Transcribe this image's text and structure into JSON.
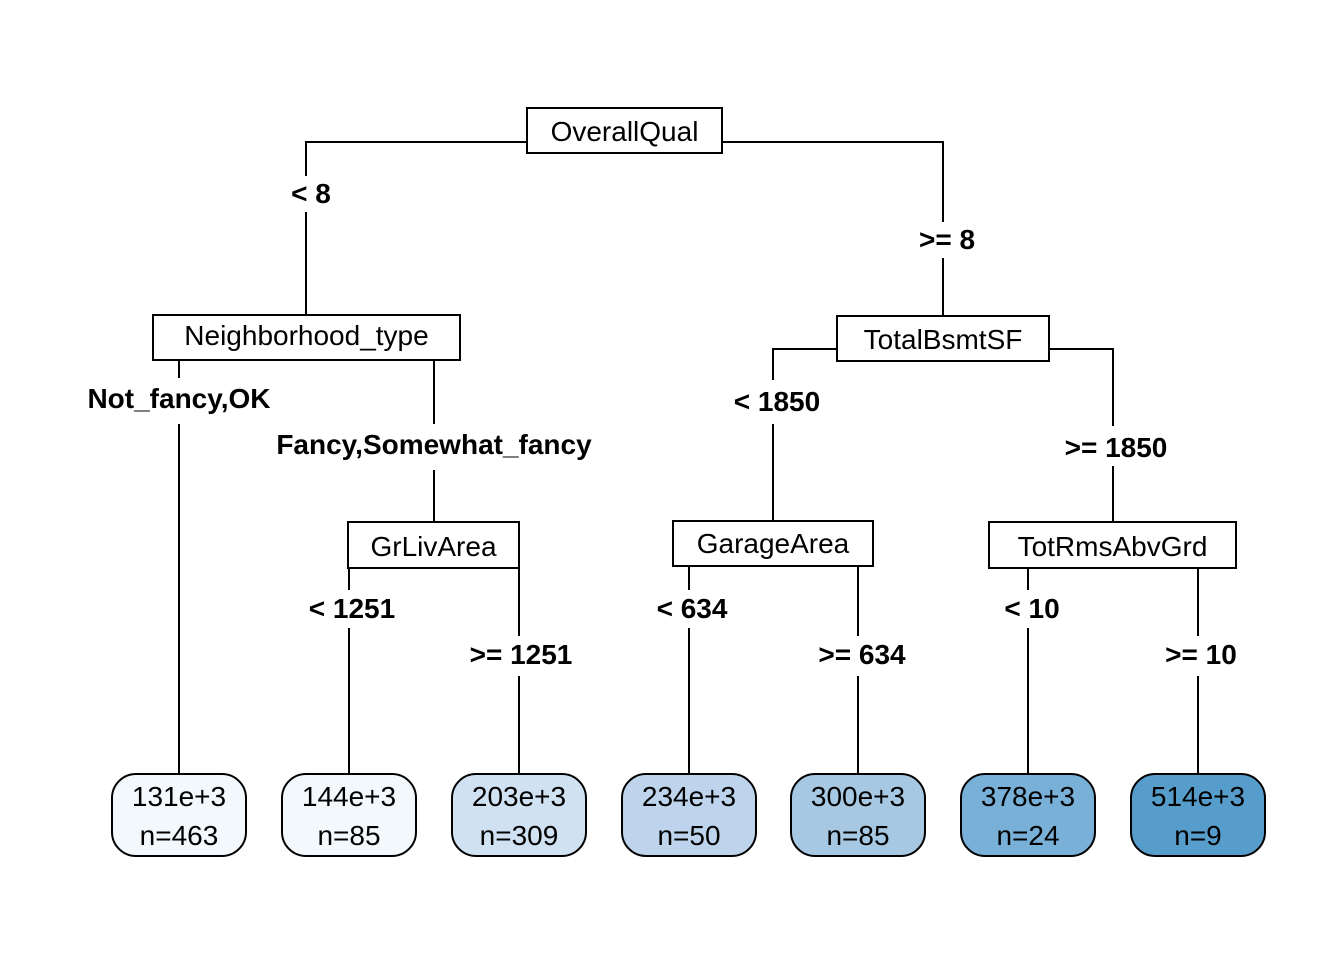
{
  "tree": {
    "splits": {
      "root": "OverallQual",
      "neighborhood": "Neighborhood_type",
      "totalbsmt": "TotalBsmtSF",
      "grliv": "GrLivArea",
      "garage": "GarageArea",
      "totrms": "TotRmsAbvGrd"
    },
    "branches": {
      "root_left": "< 8",
      "root_right": ">= 8",
      "neigh_left": "Not_fancy,OK",
      "neigh_right": "Fancy,Somewhat_fancy",
      "bsmt_left": "< 1850",
      "bsmt_right": ">= 1850",
      "grliv_left": "< 1251",
      "grliv_right": ">= 1251",
      "garage_left": "< 634",
      "garage_right": ">= 634",
      "totrms_left": "< 10",
      "totrms_right": ">= 10"
    },
    "leaves": [
      {
        "value": "131e+3",
        "n": "n=463",
        "color": "#f3f8fd"
      },
      {
        "value": "144e+3",
        "n": "n=85",
        "color": "#f3f8fd"
      },
      {
        "value": "203e+3",
        "n": "n=309",
        "color": "#d0e1f2"
      },
      {
        "value": "234e+3",
        "n": "n=50",
        "color": "#bdd4ec"
      },
      {
        "value": "300e+3",
        "n": "n=85",
        "color": "#a6c8e3"
      },
      {
        "value": "378e+3",
        "n": "n=24",
        "color": "#78b0d8"
      },
      {
        "value": "514e+3",
        "n": "n=9",
        "color": "#579dcc"
      }
    ]
  }
}
